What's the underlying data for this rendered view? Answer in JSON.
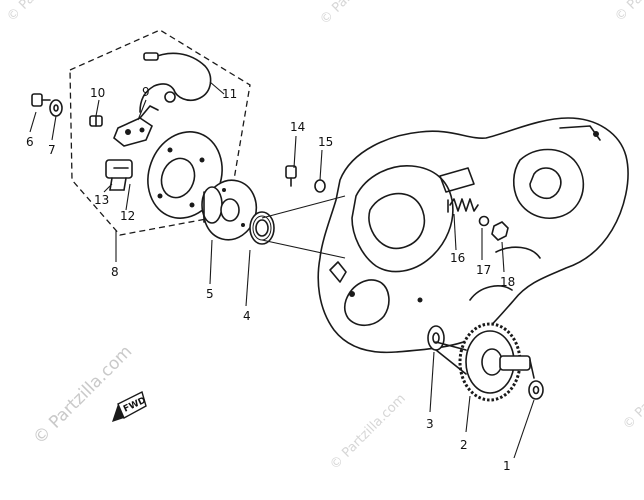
{
  "watermark": {
    "main": "© Partzilla.com",
    "corner": "© Partzilla.com",
    "center": "© Partzilla.com"
  },
  "forward_label": "FWD",
  "callouts": [
    "1",
    "2",
    "3",
    "4",
    "5",
    "6",
    "7",
    "8",
    "9",
    "10",
    "11",
    "12",
    "13",
    "14",
    "15",
    "16",
    "17",
    "18"
  ]
}
